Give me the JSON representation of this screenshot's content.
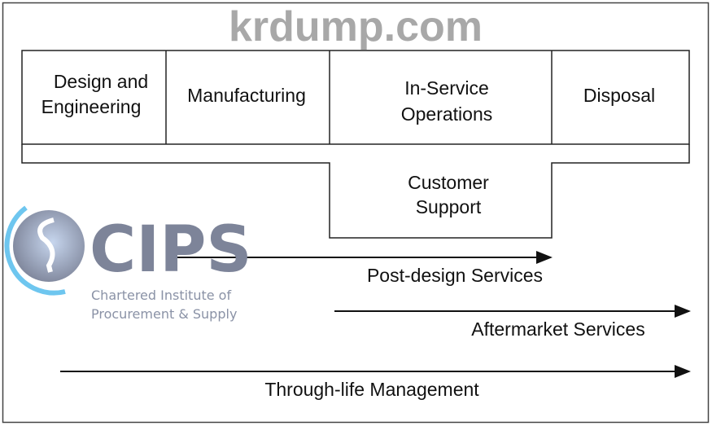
{
  "stages": [
    {
      "line1": "Design and",
      "line2": "Engineering"
    },
    {
      "line1": "Manufacturing"
    },
    {
      "line1": "In-Service",
      "line2": "Operations"
    },
    {
      "line1": "Disposal"
    }
  ],
  "support": {
    "line1": "Customer",
    "line2": "Support"
  },
  "arrows": [
    {
      "label": "Post-design Services"
    },
    {
      "label": "Aftermarket Services"
    },
    {
      "label": "Through-life Management"
    }
  ],
  "logo": {
    "name": "CIPS",
    "line1": "Chartered Institute of",
    "line2": "Procurement & Supply"
  },
  "watermark": "krdump.com",
  "colors": {
    "line": "#222222",
    "logo": "#7d8499",
    "logo_ring": "#6ec6ef"
  }
}
